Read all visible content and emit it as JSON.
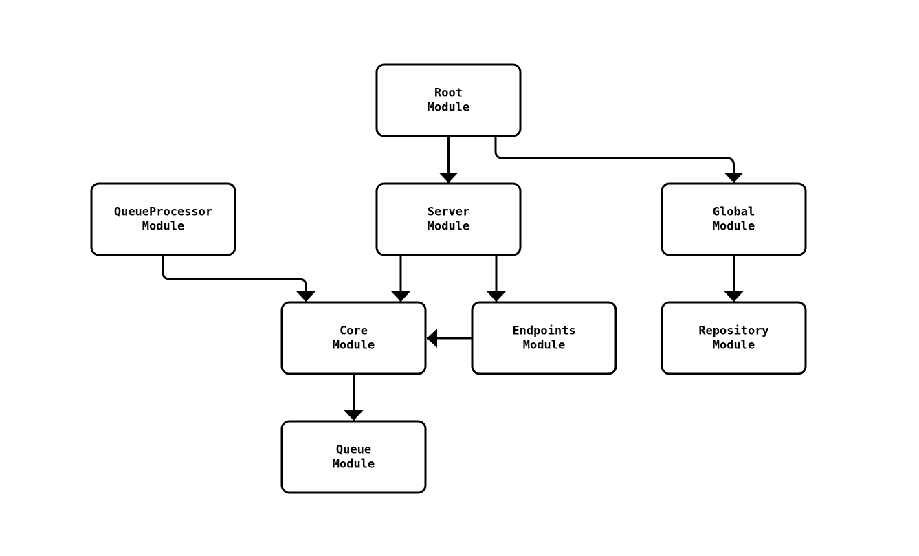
{
  "diagram": {
    "type": "flowchart",
    "direction": "top-down",
    "colors": {
      "background": "#ffffff",
      "node_fill": "#ffffff",
      "node_border": "#000000",
      "edge": "#000000",
      "text": "#000000"
    },
    "nodes": {
      "root": {
        "label": "Root Module",
        "line1": "Root",
        "line2": "Module"
      },
      "queueprocessor": {
        "label": "QueueProcessor Module",
        "line1": "QueueProcessor",
        "line2": "Module"
      },
      "server": {
        "label": "Server Module",
        "line1": "Server",
        "line2": "Module"
      },
      "global": {
        "label": "Global Module",
        "line1": "Global",
        "line2": "Module"
      },
      "core": {
        "label": "Core Module",
        "line1": "Core",
        "line2": "Module"
      },
      "endpoints": {
        "label": "Endpoints Module",
        "line1": "Endpoints",
        "line2": "Module"
      },
      "repository": {
        "label": "Repository Module",
        "line1": "Repository",
        "line2": "Module"
      },
      "queue": {
        "label": "Queue Module",
        "line1": "Queue",
        "line2": "Module"
      }
    },
    "edges": [
      {
        "from": "Root Module",
        "to": "Server Module",
        "arrow": "filled-triangle"
      },
      {
        "from": "Root Module",
        "to": "Global Module",
        "arrow": "filled-triangle"
      },
      {
        "from": "QueueProcessor Module",
        "to": "Core Module",
        "arrow": "filled-triangle"
      },
      {
        "from": "Server Module",
        "to": "Core Module",
        "arrow": "filled-triangle"
      },
      {
        "from": "Server Module",
        "to": "Endpoints Module",
        "arrow": "filled-triangle"
      },
      {
        "from": "Endpoints Module",
        "to": "Core Module",
        "arrow": "filled-triangle"
      },
      {
        "from": "Global Module",
        "to": "Repository Module",
        "arrow": "filled-triangle"
      },
      {
        "from": "Core Module",
        "to": "Queue Module",
        "arrow": "filled-triangle"
      }
    ]
  }
}
